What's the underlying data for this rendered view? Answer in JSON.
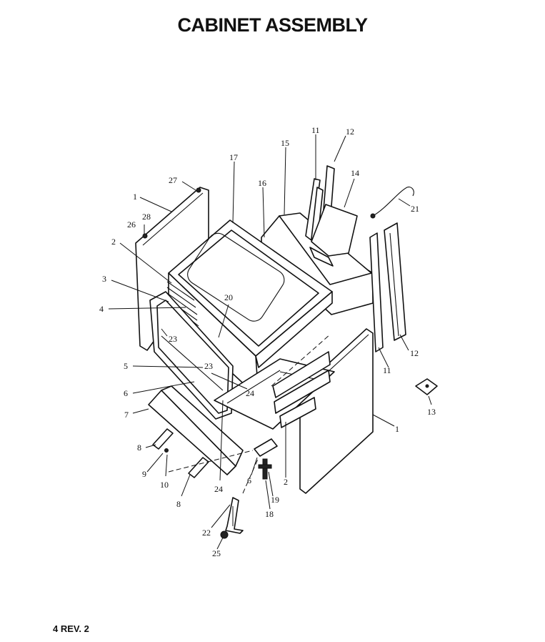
{
  "title": "CABINET ASSEMBLY",
  "footer": "4 REV. 2",
  "labels": [
    {
      "id": "27",
      "text": "27"
    },
    {
      "id": "1-left",
      "text": "1"
    },
    {
      "id": "28",
      "text": "28"
    },
    {
      "id": "26",
      "text": "26"
    },
    {
      "id": "2-top",
      "text": "2"
    },
    {
      "id": "3",
      "text": "3"
    },
    {
      "id": "4",
      "text": "4"
    },
    {
      "id": "23-left",
      "text": "23"
    },
    {
      "id": "5",
      "text": "5"
    },
    {
      "id": "23-mid",
      "text": "23"
    },
    {
      "id": "24-mid",
      "text": "24"
    },
    {
      "id": "6-left",
      "text": "6"
    },
    {
      "id": "7",
      "text": "7"
    },
    {
      "id": "8-left",
      "text": "8"
    },
    {
      "id": "9",
      "text": "9"
    },
    {
      "id": "10",
      "text": "10"
    },
    {
      "id": "8-bottom",
      "text": "8"
    },
    {
      "id": "24-bottom",
      "text": "24"
    },
    {
      "id": "17",
      "text": "17"
    },
    {
      "id": "20",
      "text": "20"
    },
    {
      "id": "15",
      "text": "15"
    },
    {
      "id": "16",
      "text": "16"
    },
    {
      "id": "11-top",
      "text": "11"
    },
    {
      "id": "12-top",
      "text": "12"
    },
    {
      "id": "14",
      "text": "14"
    },
    {
      "id": "21",
      "text": "21"
    },
    {
      "id": "12-right",
      "text": "12"
    },
    {
      "id": "11-right",
      "text": "11"
    },
    {
      "id": "13",
      "text": "13"
    },
    {
      "id": "1-right",
      "text": "1"
    },
    {
      "id": "2-bottom",
      "text": "2"
    },
    {
      "id": "6-bottom",
      "text": "6"
    },
    {
      "id": "19",
      "text": "19"
    },
    {
      "id": "18",
      "text": "18"
    },
    {
      "id": "22",
      "text": "22"
    },
    {
      "id": "25",
      "text": "25"
    }
  ]
}
